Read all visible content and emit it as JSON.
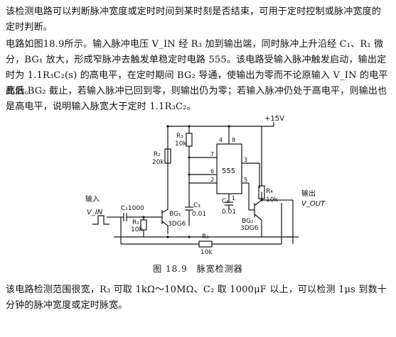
{
  "paragraphs": [
    "该检测电路可以判断脉冲宽度或定时时间到某时刻是否结束，可用于定时控制或脉冲宽度的定时判断。",
    "电路如图18.9所示。输入脉冲电压 V_IN 经 R₃ 加到输出端，同时脉冲上升沿经 C₁、R₁ 微分，BG₁ 放大，形成窄脉冲去触发单稳定时电路 555。该电路受输入脉冲触发启动，输出定时为 1.1R₃C₂(s) 的高电平，在定时期间 BG₂ 导通，使输出为零而不论原输入 V_IN 的电平高低。",
    "此后 BG₂ 截止，若输入脉冲已回到零，则输出仍为零；若输入脉冲仍处于高电平，则输出也是高电平，说明输入脉宽大于定时 1.1R₃C₂。",
    "该电路检测范围很宽，R₃ 可取 1kΩ～10MΩ、C₂ 取 1000μF 以上，可以检测 1μs 到数十分钟的脉冲宽度或定时脉宽。"
  ],
  "figure": {
    "caption": "图 18.9　脉宽检测器",
    "labels": {
      "supply": "+15V",
      "r3_name": "R₃",
      "r3_val": "10k",
      "r2_name": "R₂",
      "r2_val": "20k",
      "ic": "555",
      "pin8": "8",
      "pin4": "4",
      "pin7": "7",
      "pin6": "6",
      "pin2": "2",
      "pin3": "3",
      "pin5": "5",
      "pin1": "1",
      "c3_name": "C₃",
      "c3_val": "0.01",
      "c2_name": "C₂",
      "c2_val": "0.01",
      "r4_name": "R₄",
      "r4_val": "10k",
      "output": "输出",
      "vout": "V_OUT",
      "input": "输入",
      "vin": "V_IN",
      "c1": "C₁1000",
      "r1_name": "R₁",
      "r1_val": "10k",
      "bg1": "BG₁",
      "bg1_type": "3DG6",
      "bg2": "BG₂",
      "bg2_type": "3DG6",
      "r5_name": "R₅",
      "r5_val": "10k"
    }
  }
}
